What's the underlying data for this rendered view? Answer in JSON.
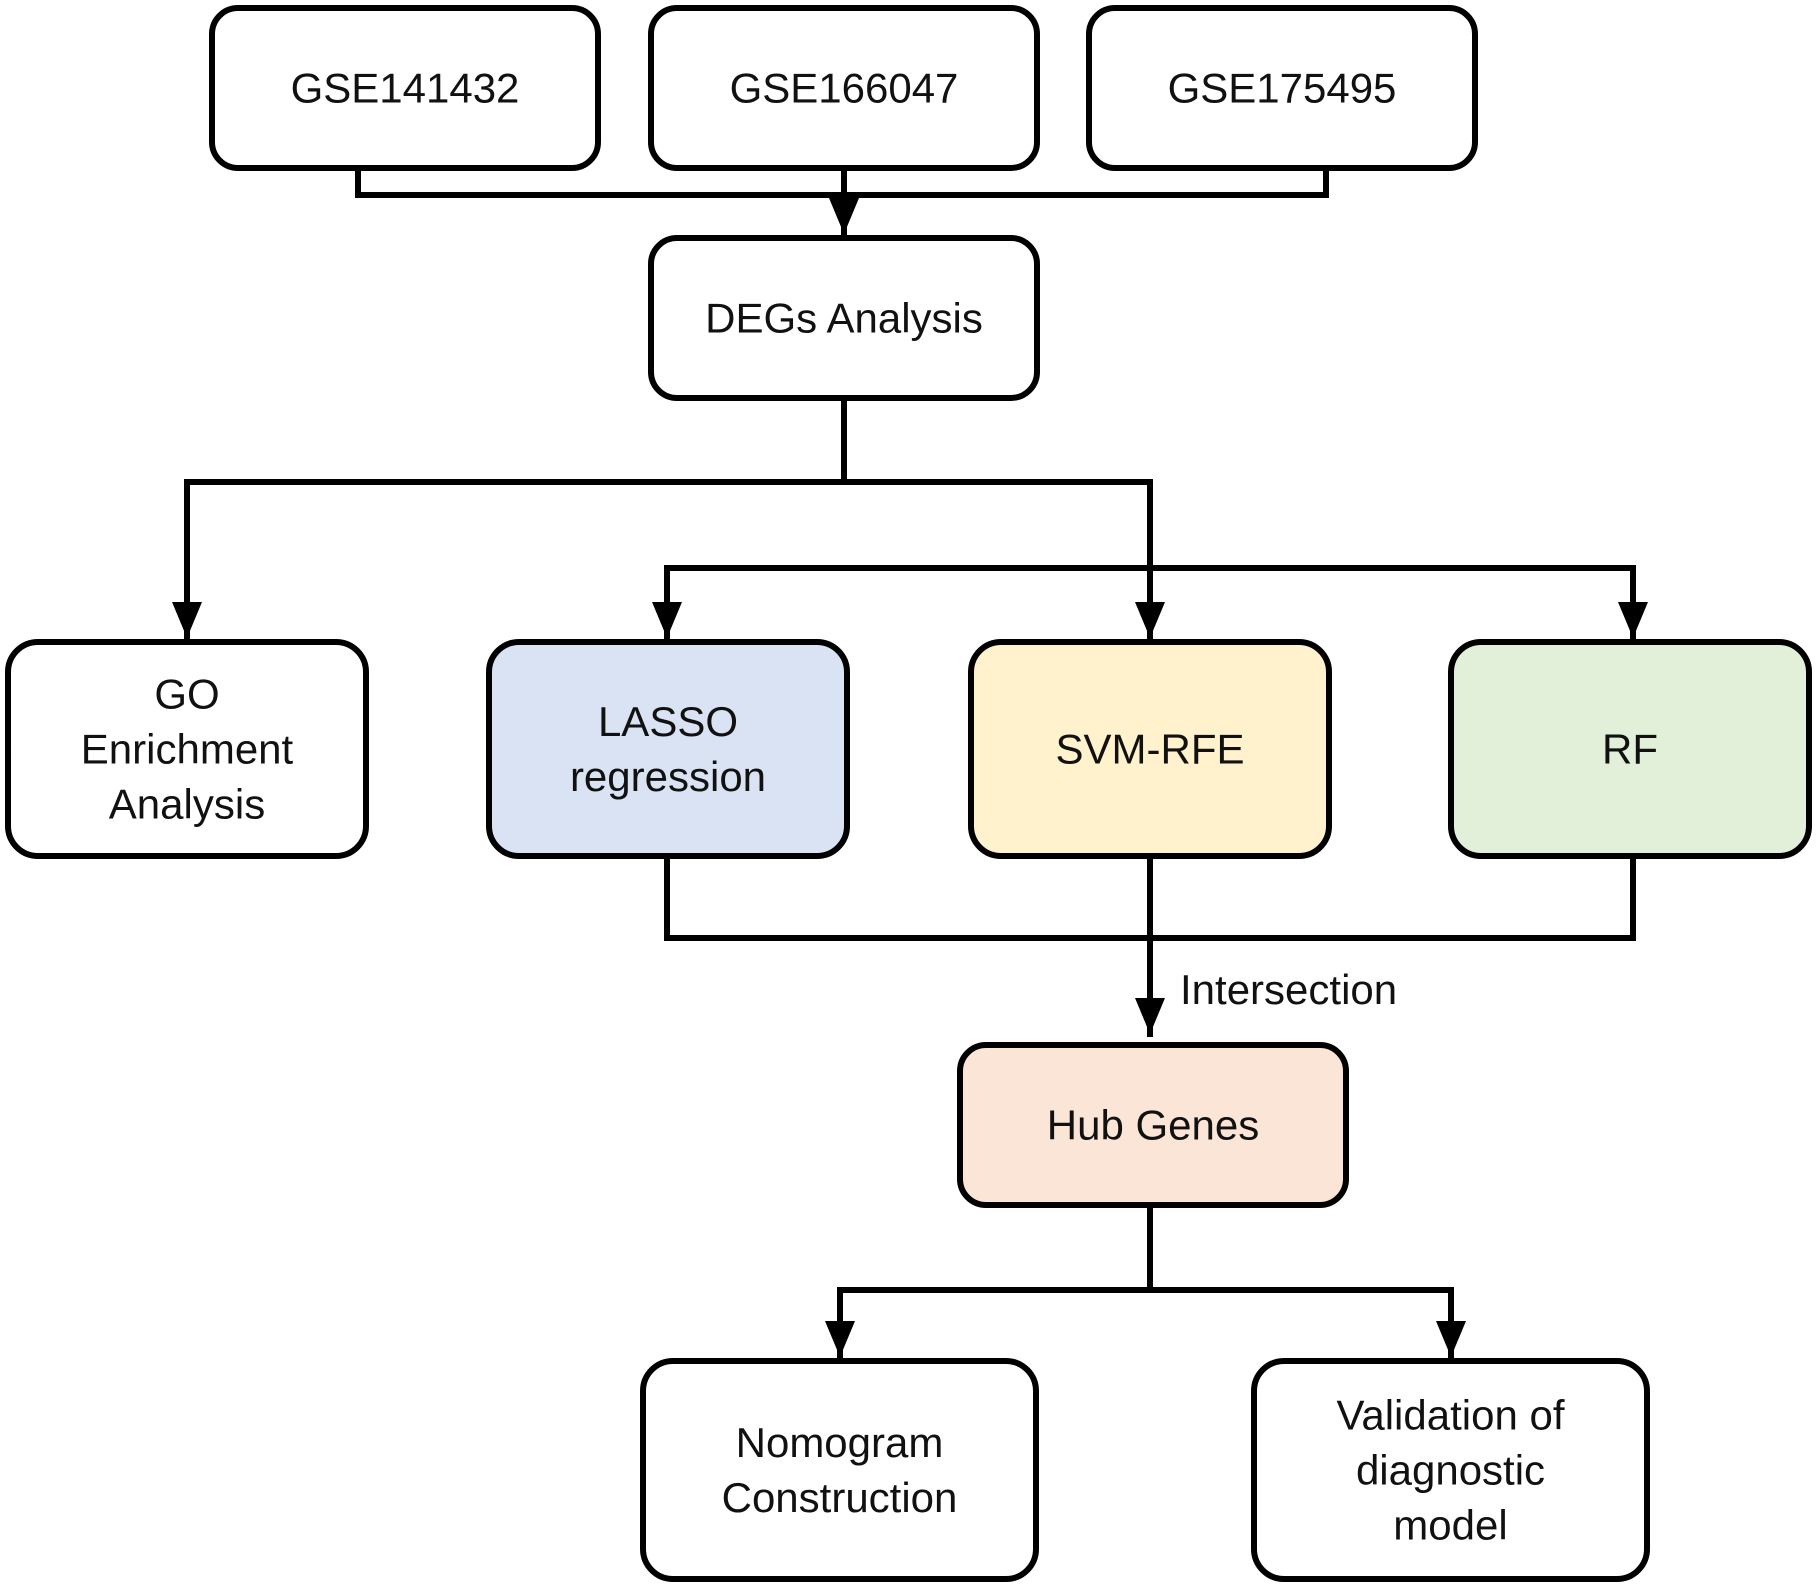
{
  "nodes": {
    "gse141432": {
      "lines": [
        "GSE141432"
      ],
      "fill": "#ffffff"
    },
    "gse166047": {
      "lines": [
        "GSE166047"
      ],
      "fill": "#ffffff"
    },
    "gse175495": {
      "lines": [
        "GSE175495"
      ],
      "fill": "#ffffff"
    },
    "degs": {
      "lines": [
        "DEGs Analysis"
      ],
      "fill": "#ffffff"
    },
    "go": {
      "lines": [
        "GO",
        "Enrichment",
        "Analysis"
      ],
      "fill": "#ffffff"
    },
    "lasso": {
      "lines": [
        "LASSO",
        "regression"
      ],
      "fill": "#dae3f3"
    },
    "svm": {
      "lines": [
        "SVM-RFE"
      ],
      "fill": "#fff2cc"
    },
    "rf": {
      "lines": [
        "RF"
      ],
      "fill": "#e2f0d9"
    },
    "hub": {
      "lines": [
        "Hub Genes"
      ],
      "fill": "#fbe5d6"
    },
    "nomogram": {
      "lines": [
        "Nomogram",
        "Construction"
      ],
      "fill": "#ffffff"
    },
    "validation": {
      "lines": [
        "Validation of",
        "diagnostic",
        "model"
      ],
      "fill": "#ffffff"
    }
  },
  "edge_labels": {
    "intersection": "Intersection"
  }
}
